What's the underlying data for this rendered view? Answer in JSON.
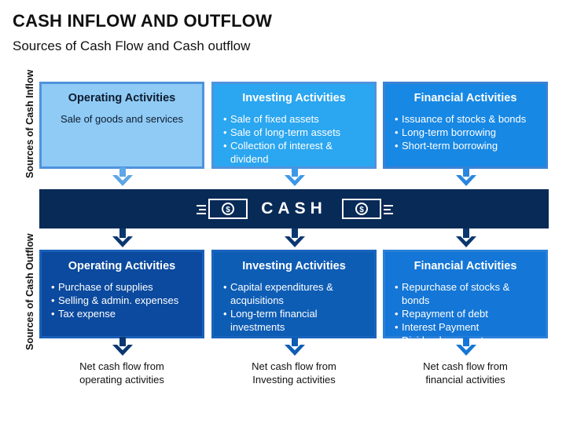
{
  "title": "CASH INFLOW AND OUTFLOW",
  "subtitle": "Sources of Cash Flow and Cash outflow",
  "side_labels": {
    "inflow": "Sources of Cash Inflow",
    "outflow": "Sources of Cash Outflow"
  },
  "cash_label": "CASH",
  "icons": [
    "money-bill-icon",
    "arrow-down-icon"
  ],
  "colors": {
    "dark_navy": "#082a57",
    "light_blue": "#8fcbf5",
    "mid_blue": "#2ba6f0",
    "blue": "#1788e4",
    "deep_blue": "#0b4a9e",
    "arrow_light": "#5ea6e6",
    "arrow_dark": "#0b3770"
  },
  "inflow": [
    {
      "title": "Operating Activities",
      "text": "Sale of goods and services"
    },
    {
      "title": "Investing Activities",
      "items": [
        "Sale of fixed assets",
        "Sale of long-term assets",
        "Collection of interest & dividend"
      ]
    },
    {
      "title": "Financial Activities",
      "items": [
        "Issuance of stocks & bonds",
        "Long-term borrowing",
        "Short-term borrowing"
      ]
    }
  ],
  "outflow": [
    {
      "title": "Operating Activities",
      "items": [
        "Purchase of supplies",
        "Selling & admin. expenses",
        "Tax expense"
      ]
    },
    {
      "title": "Investing Activities",
      "items": [
        "Capital expenditures & acquisitions",
        "Long-term financial investments"
      ]
    },
    {
      "title": "Financial Activities",
      "items": [
        "Repurchase of stocks & bonds",
        "Repayment of debt",
        "Interest Payment",
        "Dividend payment"
      ]
    }
  ],
  "results": [
    {
      "line1": "Net cash flow from",
      "line2": "operating activities"
    },
    {
      "line1": "Net cash flow from",
      "line2": "Investing activities"
    },
    {
      "line1": "Net cash flow from",
      "line2": "financial activities"
    }
  ]
}
